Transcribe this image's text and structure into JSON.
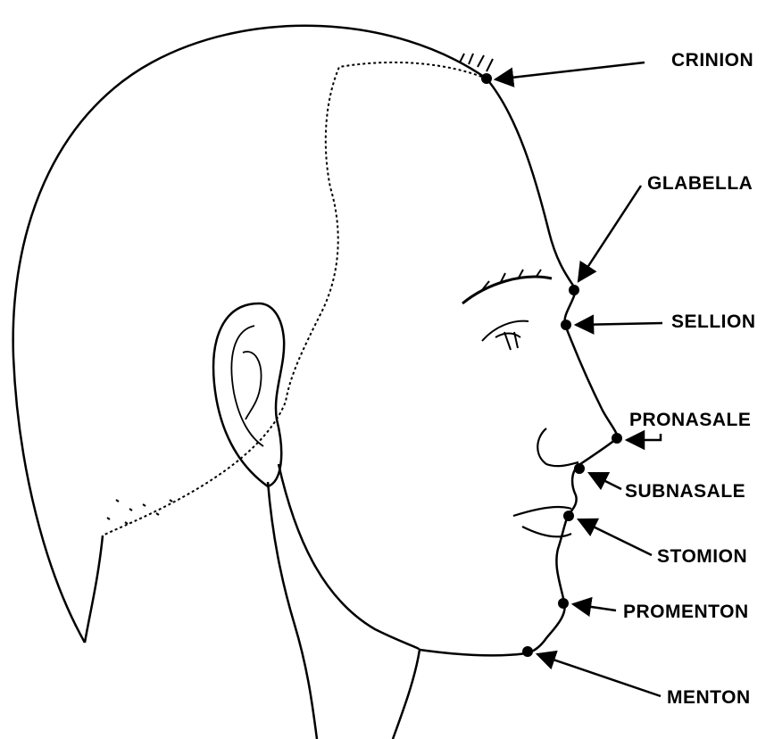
{
  "landmarks": [
    {
      "id": "crinion",
      "label": "CRINION"
    },
    {
      "id": "glabella",
      "label": "GLABELLA"
    },
    {
      "id": "sellion",
      "label": "SELLION"
    },
    {
      "id": "pronasale",
      "label": "PRONASALE"
    },
    {
      "id": "subnasale",
      "label": "SUBNASALE"
    },
    {
      "id": "stomion",
      "label": "STOMION"
    },
    {
      "id": "promenton",
      "label": "PROMENTON"
    },
    {
      "id": "menton",
      "label": "MENTON"
    }
  ],
  "colors": {
    "ink": "#000000",
    "paper": "#ffffff"
  }
}
